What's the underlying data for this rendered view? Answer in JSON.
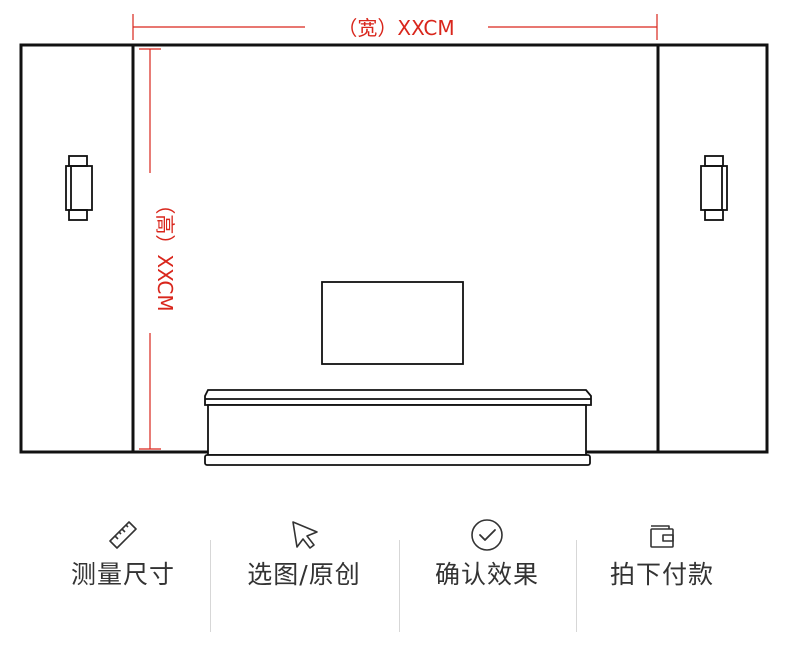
{
  "colors": {
    "outline": "#111111",
    "dimension": "#d9261c",
    "step_text": "#333333",
    "divider": "#d7d7d7"
  },
  "diagram": {
    "width_label": "（宽）XXCM",
    "height_label": "（高）XXCM"
  },
  "steps": [
    {
      "label": "测量尺寸",
      "icon": "ruler-icon"
    },
    {
      "label": "选图/原创",
      "icon": "cursor-arrow-icon"
    },
    {
      "label": "确认效果",
      "icon": "check-circle-icon"
    },
    {
      "label": "拍下付款",
      "icon": "wallet-icon"
    }
  ]
}
